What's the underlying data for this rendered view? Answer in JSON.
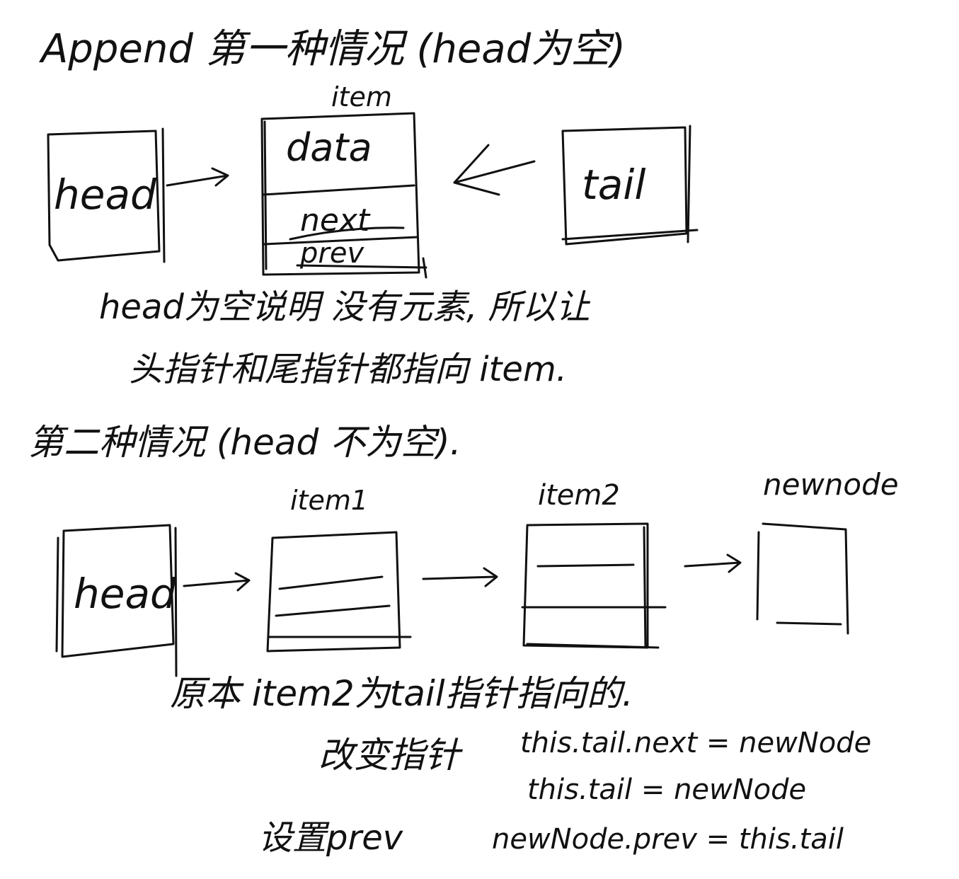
{
  "case1": {
    "title": "Append 第一种情况 (head为空)",
    "head_label": "head",
    "item_label": "item",
    "data_field": "data",
    "next_field": "next",
    "prev_field": "prev",
    "tail_label": "tail",
    "note_line1": "head为空说明 没有元素, 所以让",
    "note_line2": "头指针和尾指针都指向 item."
  },
  "case2": {
    "title": "第二种情况 (head 不为空).",
    "head_label": "head",
    "item1_label": "item1",
    "item2_label": "item2",
    "newnode_label": "newnode",
    "note_origin": "原本 item2为tail指针指向的.",
    "change_label": "改变指针",
    "code_line1": "this.tail.next = newNode",
    "code_line2": "this.tail = newNode",
    "prev_label": "设置prev",
    "code_line3": "newNode.prev = this.tail"
  }
}
